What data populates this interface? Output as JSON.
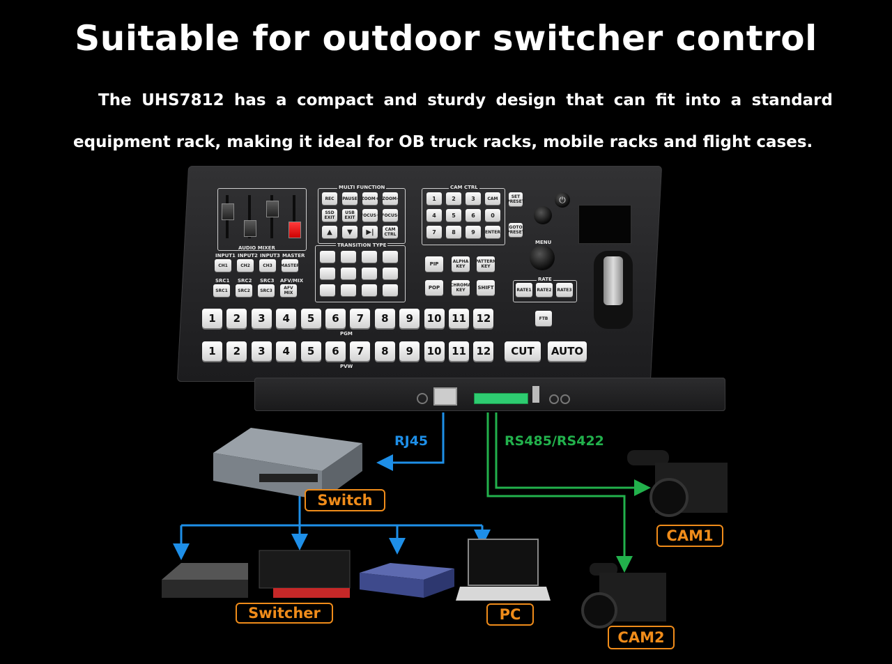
{
  "heading": "Suitable for outdoor switcher control",
  "description": "The UHS7812 has a compact and sturdy design that can fit into a standard equipment rack, making it ideal for OB truck racks, mobile racks and flight cases.",
  "colors": {
    "rj45": "#1e8fe8",
    "rs485": "#22b14c",
    "tag": "#f08c1a"
  },
  "panel": {
    "audio_mixer": "AUDIO MIXER",
    "multi_function": "MULTI FUNCTION",
    "cam_ctrl": "CAM CTRL",
    "transition_type": "TRANSITION TYPE",
    "menu": "MENU",
    "rate": "RATE",
    "pgm": "PGM",
    "pvw": "PVW",
    "input_labels": [
      "INPUT1",
      "INPUT2",
      "INPUT3",
      "MASTER"
    ],
    "input_keys": [
      "CH1",
      "CH2",
      "CH3",
      "MASTER"
    ],
    "src_labels": [
      "SRC1",
      "SRC2",
      "SRC3",
      "AFV/MIX"
    ],
    "src_keys": [
      "SRC1",
      "SRC2",
      "SRC3",
      "AFV MIX"
    ],
    "mf_keys": [
      "REC",
      "PAUSE",
      "ZOOM+",
      "ZOOM-",
      "SSD EXIT",
      "USB EXIT",
      "FOCUS+",
      "FOCUS-",
      "",
      "",
      "",
      "CAM CTRL"
    ],
    "cam_keys": [
      "1",
      "2",
      "3",
      "CAM",
      "4",
      "5",
      "6",
      "0",
      "7",
      "8",
      "9",
      "ENTER"
    ],
    "set_preset": "SET PRESET",
    "goto_preset": "GOTO PRESET",
    "pip": "PIP",
    "alpha_key": "ALPHA KEY",
    "pattern_key": "PATTERN KEY",
    "pop": "POP",
    "chroma_key": "CHROMA KEY",
    "shift": "SHIFT",
    "rate_keys": [
      "RATE1",
      "RATE2",
      "RATE3"
    ],
    "ftb": "FTB",
    "bus_keys": [
      "1",
      "2",
      "3",
      "4",
      "5",
      "6",
      "7",
      "8",
      "9",
      "10",
      "11",
      "12"
    ],
    "cut": "CUT",
    "auto": "AUTO"
  },
  "diagram": {
    "rj45_label": "RJ45",
    "rs485_label": "RS485/RS422",
    "switch_tag": "Switch",
    "switcher_tag": "Switcher",
    "pc_tag": "PC",
    "cam1_tag": "CAM1",
    "cam2_tag": "CAM2"
  }
}
